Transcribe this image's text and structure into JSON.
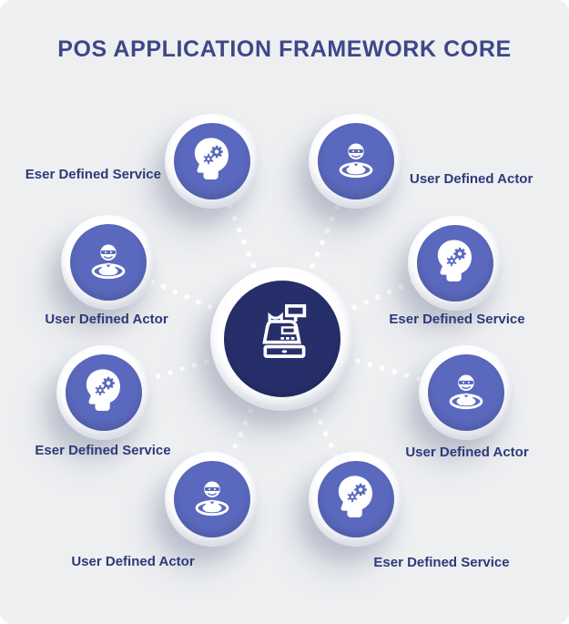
{
  "title": "POS APPLICATION FRAMEWORK CORE",
  "center": {
    "name": "pos-core-hub",
    "icon": "cash-register-icon"
  },
  "nodes": [
    {
      "id": "top-left",
      "label": "Eser Defined Service",
      "icon": "head-gears-icon",
      "label_position": "left"
    },
    {
      "id": "top-right",
      "label": "User Defined Actor",
      "icon": "person-ripple-icon",
      "label_position": "right"
    },
    {
      "id": "left-upper",
      "label": "User Defined Actor",
      "icon": "person-ripple-icon",
      "label_position": "below"
    },
    {
      "id": "right-upper",
      "label": "Eser Defined Service",
      "icon": "head-gears-icon",
      "label_position": "below"
    },
    {
      "id": "left-lower",
      "label": "Eser Defined Service",
      "icon": "head-gears-icon",
      "label_position": "below"
    },
    {
      "id": "right-lower",
      "label": "User Defined Actor",
      "icon": "person-ripple-icon",
      "label_position": "below"
    },
    {
      "id": "bottom-left",
      "label": "User Defined Actor",
      "icon": "person-ripple-icon",
      "label_position": "below"
    },
    {
      "id": "bottom-right",
      "label": "Eser Defined Service",
      "icon": "head-gears-icon",
      "label_position": "below"
    }
  ],
  "colors": {
    "background": "#edeff1",
    "title_text": "#3e4787",
    "label_text": "#2e3a78",
    "satellite_blue": "#5a69bd",
    "hub_navy": "#272f6b",
    "connector": "#ffffff",
    "icon": "#ffffff"
  },
  "connector_style": "white dotted lines radiating from hub to 8 satellites"
}
